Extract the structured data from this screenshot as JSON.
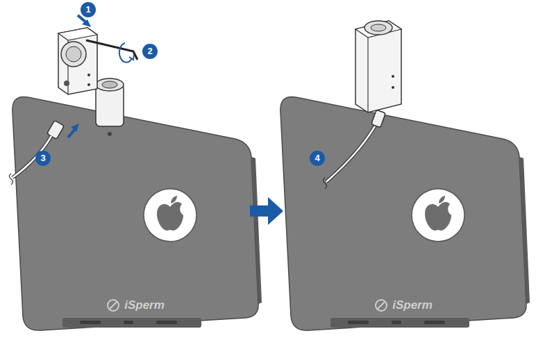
{
  "diagram": {
    "labels": [
      "1",
      "2",
      "3",
      "4",
      "iSperm",
      "iSperm"
    ]
  }
}
